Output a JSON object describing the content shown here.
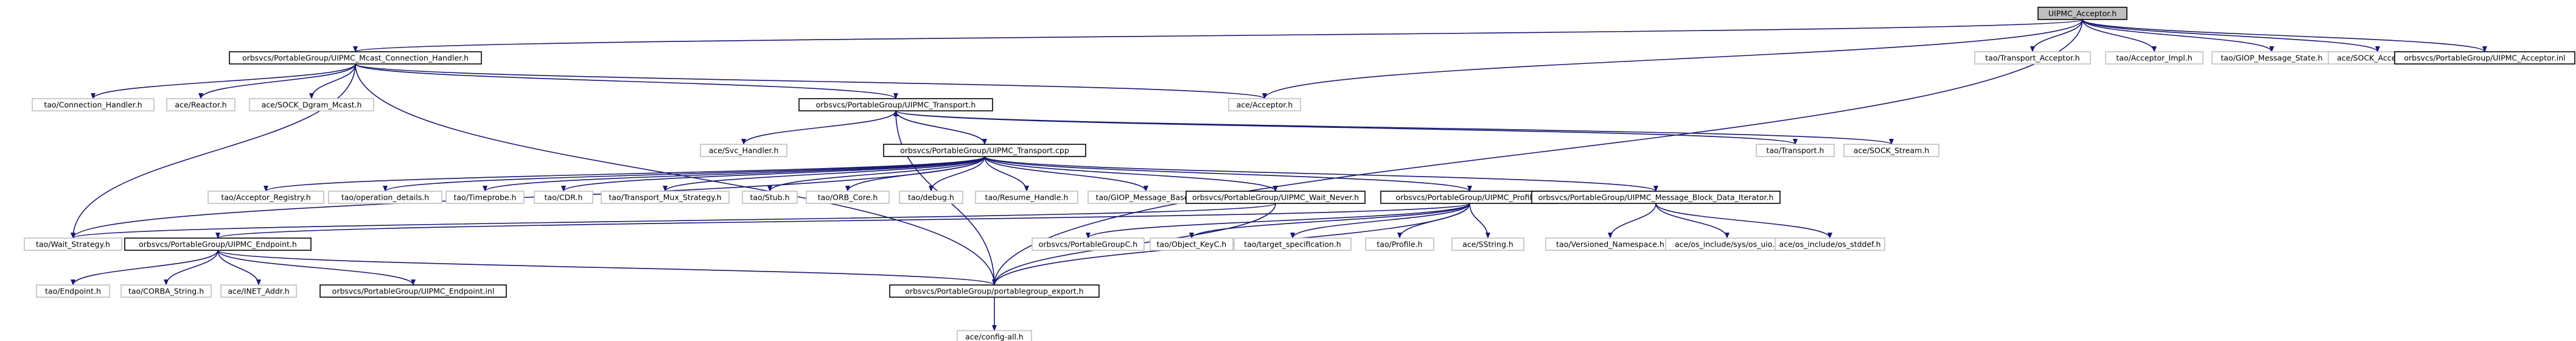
{
  "graph": {
    "title": "UIPMC_Acceptor.h",
    "arrow_color": "#191970",
    "nodes": [
      {
        "id": "n0",
        "label": "UIPMC_Acceptor.h",
        "style": "root"
      },
      {
        "id": "n1",
        "label": "orbsvcs/PortableGroup/UIPMC_Mcast_Connection_Handler.h",
        "style": "boxed"
      },
      {
        "id": "n2",
        "label": "ace/Acceptor.h",
        "style": "gray"
      },
      {
        "id": "n3",
        "label": "tao/Transport_Acceptor.h",
        "style": "gray"
      },
      {
        "id": "n4",
        "label": "tao/Acceptor_Impl.h",
        "style": "gray"
      },
      {
        "id": "n5",
        "label": "tao/GIOP_Message_State.h",
        "style": "gray"
      },
      {
        "id": "n6",
        "label": "ace/SOCK_Acceptor.h",
        "style": "gray"
      },
      {
        "id": "n7",
        "label": "orbsvcs/PortableGroup/UIPMC_Acceptor.inl",
        "style": "boxed"
      },
      {
        "id": "n8",
        "label": "tao/Connection_Handler.h",
        "style": "gray"
      },
      {
        "id": "n9",
        "label": "ace/Reactor.h",
        "style": "gray"
      },
      {
        "id": "n10",
        "label": "ace/SOCK_Dgram_Mcast.h",
        "style": "gray"
      },
      {
        "id": "n11",
        "label": "orbsvcs/PortableGroup/UIPMC_Transport.h",
        "style": "boxed"
      },
      {
        "id": "n12",
        "label": "ace/Svc_Handler.h",
        "style": "gray"
      },
      {
        "id": "n13",
        "label": "orbsvcs/PortableGroup/UIPMC_Transport.cpp",
        "style": "boxed"
      },
      {
        "id": "n14",
        "label": "tao/Transport.h",
        "style": "gray"
      },
      {
        "id": "n15",
        "label": "ace/SOCK_Stream.h",
        "style": "gray"
      },
      {
        "id": "n16",
        "label": "tao/Acceptor_Registry.h",
        "style": "gray"
      },
      {
        "id": "n17",
        "label": "tao/operation_details.h",
        "style": "gray"
      },
      {
        "id": "n18",
        "label": "tao/Timeprobe.h",
        "style": "gray"
      },
      {
        "id": "n19",
        "label": "tao/CDR.h",
        "style": "gray"
      },
      {
        "id": "n20",
        "label": "tao/Transport_Mux_Strategy.h",
        "style": "gray"
      },
      {
        "id": "n21",
        "label": "tao/Stub.h",
        "style": "gray"
      },
      {
        "id": "n22",
        "label": "tao/ORB_Core.h",
        "style": "gray"
      },
      {
        "id": "n23",
        "label": "tao/debug.h",
        "style": "gray"
      },
      {
        "id": "n24",
        "label": "tao/Resume_Handle.h",
        "style": "gray"
      },
      {
        "id": "n25",
        "label": "tao/GIOP_Message_Base.h",
        "style": "gray"
      },
      {
        "id": "n26",
        "label": "orbsvcs/PortableGroup/UIPMC_Wait_Never.h",
        "style": "boxed"
      },
      {
        "id": "n27",
        "label": "orbsvcs/PortableGroup/UIPMC_Profile.h",
        "style": "boxed"
      },
      {
        "id": "n28",
        "label": "orbsvcs/PortableGroup/UIPMC_Message_Block_Data_Iterator.h",
        "style": "boxed"
      },
      {
        "id": "n29",
        "label": "tao/Wait_Strategy.h",
        "style": "gray"
      },
      {
        "id": "n30",
        "label": "orbsvcs/PortableGroup/UIPMC_Endpoint.h",
        "style": "boxed"
      },
      {
        "id": "n31",
        "label": "orbsvcs/PortableGroupC.h",
        "style": "gray"
      },
      {
        "id": "n32",
        "label": "tao/Object_KeyC.h",
        "style": "gray"
      },
      {
        "id": "n33",
        "label": "tao/target_specification.h",
        "style": "gray"
      },
      {
        "id": "n34",
        "label": "tao/Profile.h",
        "style": "gray"
      },
      {
        "id": "n35",
        "label": "ace/SString.h",
        "style": "gray"
      },
      {
        "id": "n36",
        "label": "tao/Versioned_Namespace.h",
        "style": "gray"
      },
      {
        "id": "n37",
        "label": "ace/os_include/sys/os_uio.h",
        "style": "gray"
      },
      {
        "id": "n38",
        "label": "ace/os_include/os_stddef.h",
        "style": "gray"
      },
      {
        "id": "n39",
        "label": "tao/Endpoint.h",
        "style": "gray"
      },
      {
        "id": "n40",
        "label": "tao/CORBA_String.h",
        "style": "gray"
      },
      {
        "id": "n41",
        "label": "ace/INET_Addr.h",
        "style": "gray"
      },
      {
        "id": "n42",
        "label": "orbsvcs/PortableGroup/UIPMC_Endpoint.inl",
        "style": "boxed"
      },
      {
        "id": "n43",
        "label": "orbsvcs/PortableGroup/portablegroup_export.h",
        "style": "boxed"
      },
      {
        "id": "n44",
        "label": "ace/config-all.h",
        "style": "gray"
      }
    ],
    "edges": [
      [
        "n0",
        "n1"
      ],
      [
        "n0",
        "n2"
      ],
      [
        "n0",
        "n3"
      ],
      [
        "n0",
        "n4"
      ],
      [
        "n0",
        "n5"
      ],
      [
        "n0",
        "n6"
      ],
      [
        "n0",
        "n7"
      ],
      [
        "n0",
        "n43"
      ],
      [
        "n1",
        "n8"
      ],
      [
        "n1",
        "n9"
      ],
      [
        "n1",
        "n10"
      ],
      [
        "n1",
        "n11"
      ],
      [
        "n1",
        "n2"
      ],
      [
        "n1",
        "n29"
      ],
      [
        "n1",
        "n43"
      ],
      [
        "n11",
        "n12"
      ],
      [
        "n11",
        "n13"
      ],
      [
        "n11",
        "n14"
      ],
      [
        "n11",
        "n15"
      ],
      [
        "n11",
        "n43"
      ],
      [
        "n13",
        "n11"
      ],
      [
        "n13",
        "n16"
      ],
      [
        "n13",
        "n17"
      ],
      [
        "n13",
        "n18"
      ],
      [
        "n13",
        "n19"
      ],
      [
        "n13",
        "n20"
      ],
      [
        "n13",
        "n21"
      ],
      [
        "n13",
        "n22"
      ],
      [
        "n13",
        "n23"
      ],
      [
        "n13",
        "n24"
      ],
      [
        "n13",
        "n25"
      ],
      [
        "n13",
        "n26"
      ],
      [
        "n13",
        "n27"
      ],
      [
        "n13",
        "n28"
      ],
      [
        "n13",
        "n29"
      ],
      [
        "n26",
        "n29"
      ],
      [
        "n26",
        "n43"
      ],
      [
        "n27",
        "n30"
      ],
      [
        "n27",
        "n31"
      ],
      [
        "n27",
        "n32"
      ],
      [
        "n27",
        "n33"
      ],
      [
        "n27",
        "n34"
      ],
      [
        "n27",
        "n35"
      ],
      [
        "n27",
        "n43"
      ],
      [
        "n28",
        "n36"
      ],
      [
        "n28",
        "n37"
      ],
      [
        "n28",
        "n38"
      ],
      [
        "n30",
        "n39"
      ],
      [
        "n30",
        "n40"
      ],
      [
        "n30",
        "n41"
      ],
      [
        "n30",
        "n42"
      ],
      [
        "n30",
        "n43"
      ],
      [
        "n43",
        "n44"
      ]
    ]
  }
}
